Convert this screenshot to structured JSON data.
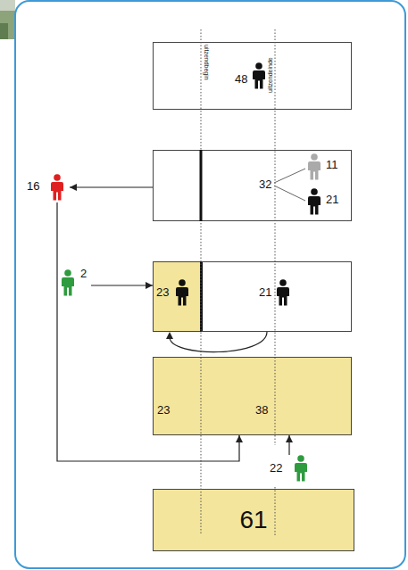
{
  "diagram": {
    "nodes": [
      {
        "text": [
          "48"
        ]
      },
      {
        "text": [
          "32",
          "11",
          "21"
        ]
      },
      {
        "text": [
          "16"
        ]
      },
      {
        "text": [
          "2"
        ]
      },
      {
        "text": [
          "23"
        ]
      },
      {
        "text": [
          "21"
        ]
      },
      {
        "text": [
          "23",
          "38"
        ]
      },
      {
        "text": [
          "22"
        ]
      },
      {
        "text": [
          "61"
        ]
      }
    ],
    "edges": [
      {
        "from": 1,
        "to": 2,
        "arrow": "to"
      },
      {
        "from": 2,
        "to": 6,
        "arrow": "to"
      },
      {
        "from": 3,
        "to": 4,
        "arrow": "to"
      },
      {
        "from": 5,
        "to": 4,
        "arrow": "to"
      },
      {
        "from": 7,
        "to": 6,
        "arrow": "to"
      }
    ],
    "labels": [
      "uitzendbegin",
      "uitzendeinde"
    ]
  }
}
